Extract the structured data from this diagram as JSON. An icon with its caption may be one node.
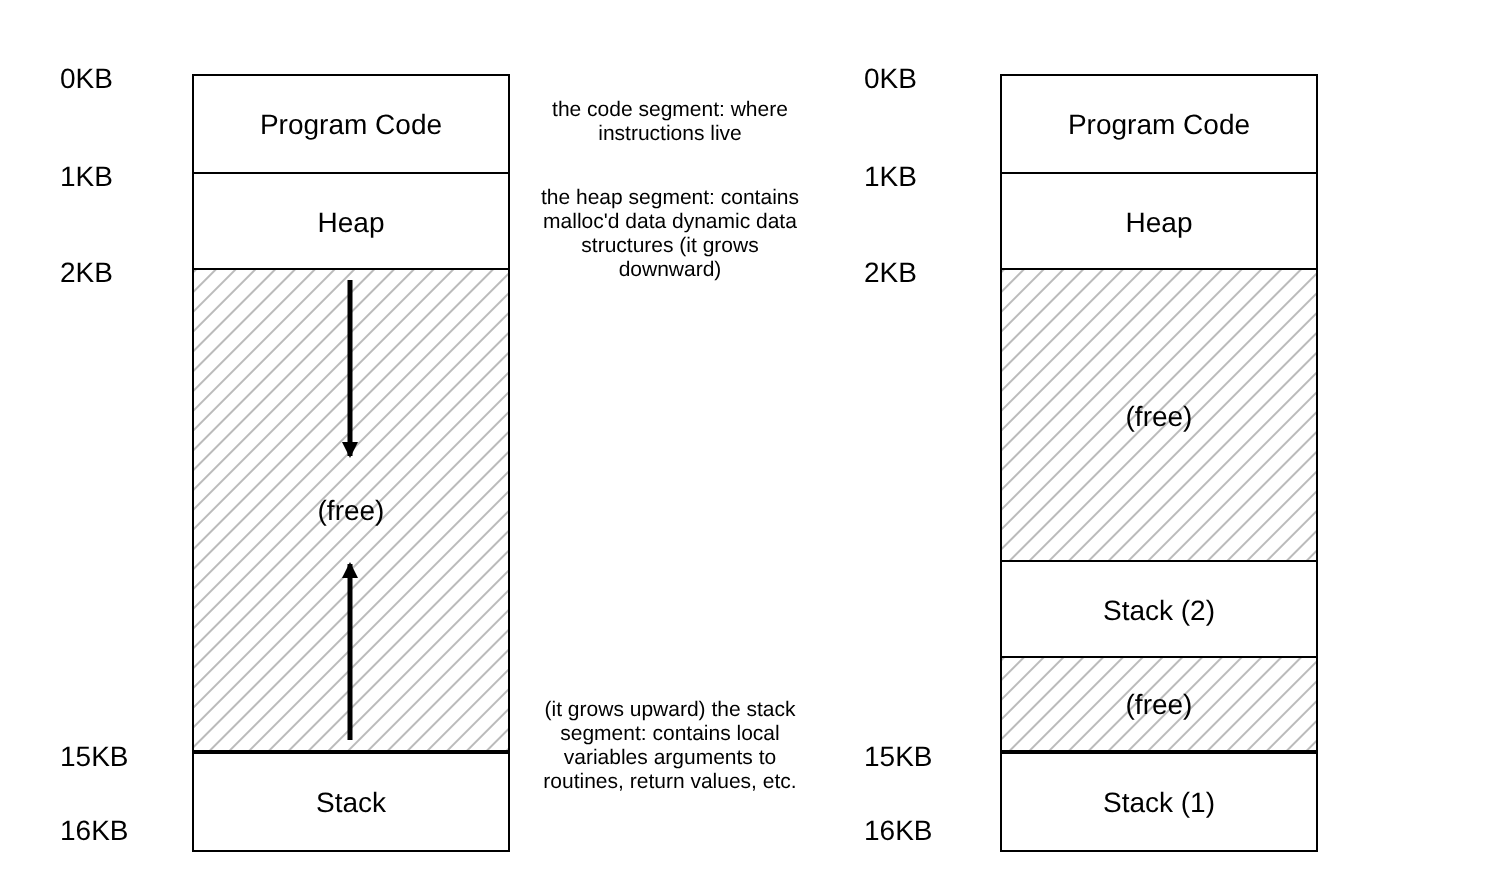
{
  "diagram": {
    "nodes": [
      {
        "text": [
          "Program Code"
        ],
        "beside": [
          "the code segment: where instructions live"
        ]
      },
      {
        "text": [
          "Heap"
        ],
        "beside": [
          "the heap segment: contains malloc'd data dynamic data structures (it grows downward)"
        ]
      },
      {
        "text": [
          "(free)"
        ]
      },
      {
        "text": [
          "Stack"
        ],
        "beside": [
          "(it grows upward) the stack segment: contains local variables arguments to routines, return values, etc."
        ]
      },
      {
        "text": [
          "Program Code"
        ]
      },
      {
        "text": [
          "Heap"
        ]
      },
      {
        "text": [
          "(free)"
        ]
      },
      {
        "text": [
          "Stack (2)"
        ]
      },
      {
        "text": [
          "(free)"
        ]
      },
      {
        "text": [
          "Stack (1)"
        ]
      }
    ],
    "labels": [
      "0KB",
      "1KB",
      "2KB",
      "15KB",
      "16KB",
      "0KB",
      "1KB",
      "2KB",
      "15KB",
      "16KB"
    ]
  }
}
